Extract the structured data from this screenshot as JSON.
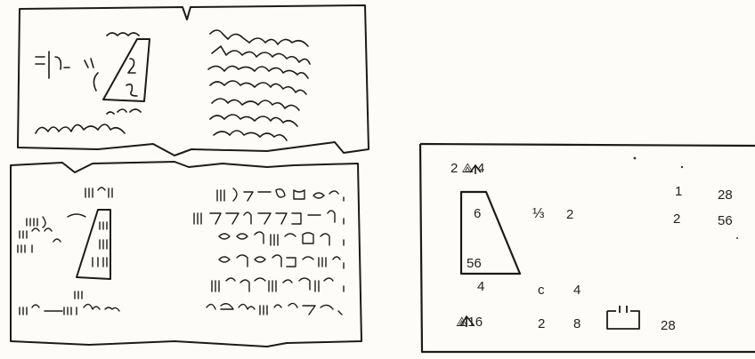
{
  "papyrus": {
    "hieratic_label": "hieratic papyrus fragment",
    "hieroglyphic_label": "hieroglyphic transcription"
  },
  "transcription": {
    "top_label": "2 ⟁ 4",
    "shape_top_value": "6",
    "shape_bottom_value": "56",
    "below_shape": "4",
    "fraction": "⅓",
    "two_a": "2",
    "c_label": "c",
    "c_value": "4",
    "bottom_glyph": "⟁16",
    "bottom_two": "2",
    "bottom_eight": "8",
    "result": "28",
    "table": [
      {
        "a": "1",
        "b": "28"
      },
      {
        "a": "2",
        "b": "56"
      }
    ]
  }
}
